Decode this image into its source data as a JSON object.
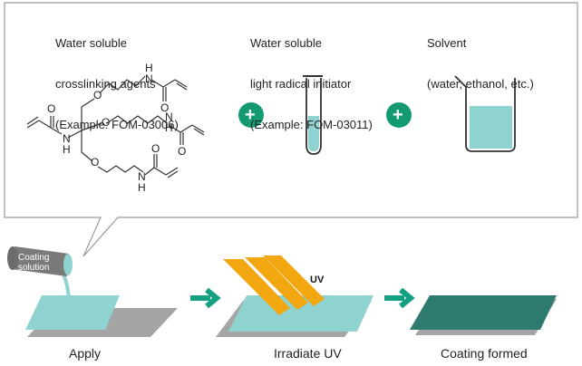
{
  "ingredients": [
    {
      "line1": "Water soluble",
      "line2": "crosslinking agents",
      "line3": "(Example: FOM-03006)"
    },
    {
      "line1": "Water soluble",
      "line2": "light radical initiator",
      "line3": "(Example: FOM-03011)"
    },
    {
      "line1": "Solvent",
      "line2": "(water, ethanol, etc.)"
    }
  ],
  "molecule": {
    "atom_o": "O",
    "atom_nh": "N",
    "atom_h": "H"
  },
  "plus_symbol": "+",
  "can_label": {
    "line1": "Coating",
    "line2": "solution"
  },
  "uv_label": "UV",
  "steps": [
    "Apply",
    "Irradiate UV",
    "Coating formed"
  ],
  "colors": {
    "teal_light": "#8fd3d0",
    "teal_dark": "#2f7a6f",
    "plus_green": "#149a72",
    "arrow_green": "#16a082",
    "gray_plate": "#a5a5a5",
    "uv_orange": "#f2a60f",
    "can_gray": "#7a7a7a"
  }
}
